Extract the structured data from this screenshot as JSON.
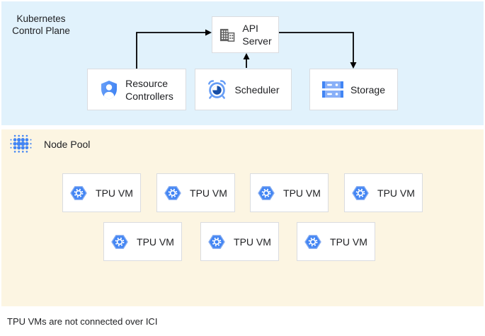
{
  "control_plane": {
    "title_lines": [
      "Kubernetes",
      "Control Plane"
    ],
    "api_server": {
      "lines": [
        "API",
        "Server"
      ]
    },
    "resource_controllers": {
      "lines": [
        "Resource",
        "Controllers"
      ]
    },
    "scheduler": {
      "label": "Scheduler"
    },
    "storage": {
      "label": "Storage"
    }
  },
  "node_pool": {
    "label": "Node Pool",
    "tpu_vms": [
      "TPU VM",
      "TPU VM",
      "TPU VM",
      "TPU VM",
      "TPU VM",
      "TPU VM",
      "TPU VM"
    ]
  },
  "footer": {
    "note": "TPU VMs are not connected over ICI"
  },
  "colors": {
    "control_plane_bg": "#E1F2FC",
    "node_pool_bg": "#FCF5E2",
    "accent_blue": "#4285F4",
    "light_blue": "#669DF6",
    "navy_blue": "#174EA6",
    "icon_gray": "#616161",
    "box_border": "#DADCE0",
    "text": "#202124",
    "arrow": "#000000"
  }
}
